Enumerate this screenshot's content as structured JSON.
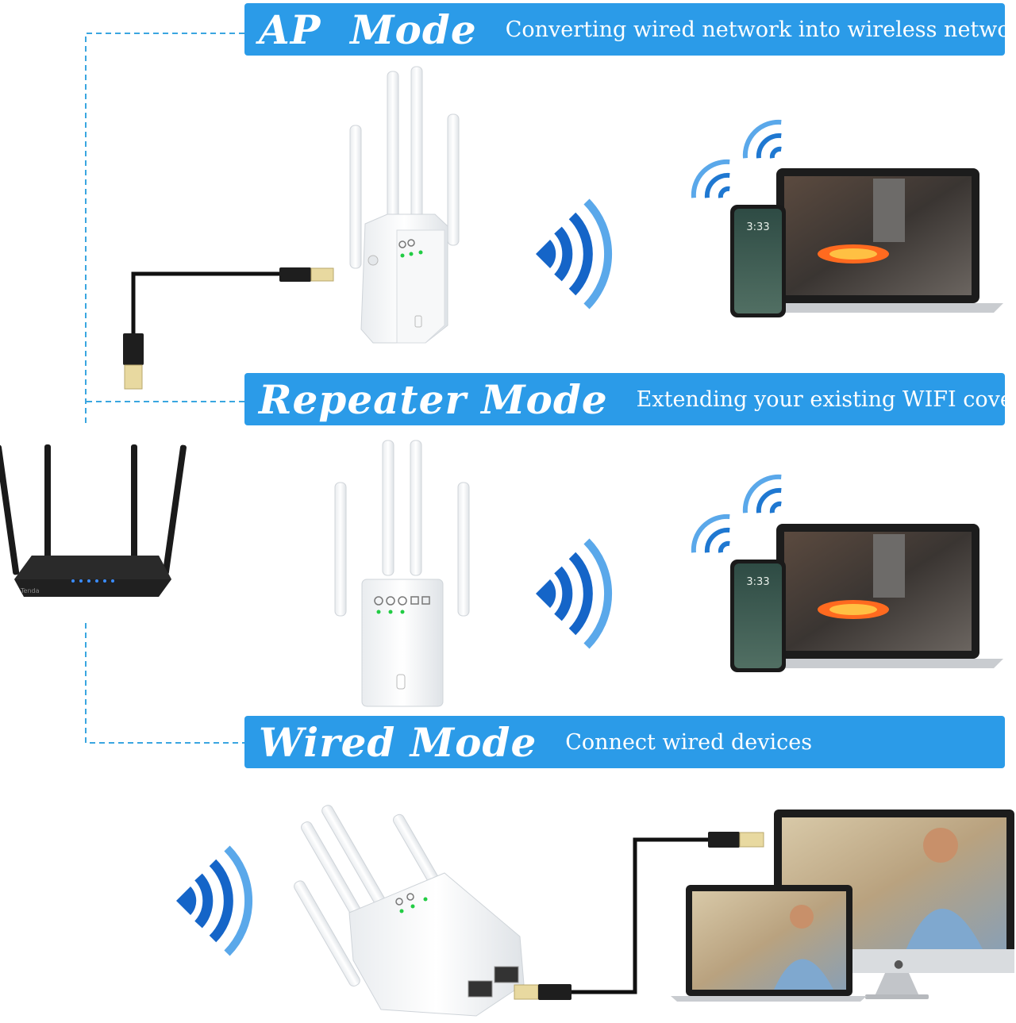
{
  "modes": [
    {
      "title": "AP  Mode",
      "subtitle": "Converting wired network into wireless network"
    },
    {
      "title": "Repeater Mode",
      "subtitle": "Extending your existing WIFI coverage"
    },
    {
      "title": "Wired Mode",
      "subtitle": "Connect wired devices"
    }
  ],
  "devices": {
    "phone_time": "3:33",
    "router_brand": "Tenda"
  },
  "colors": {
    "banner": "#2b9be8",
    "wifi_dark": "#1565c8",
    "wifi_light": "#5aa8ea",
    "dashed_line": "#3aa6e0"
  }
}
